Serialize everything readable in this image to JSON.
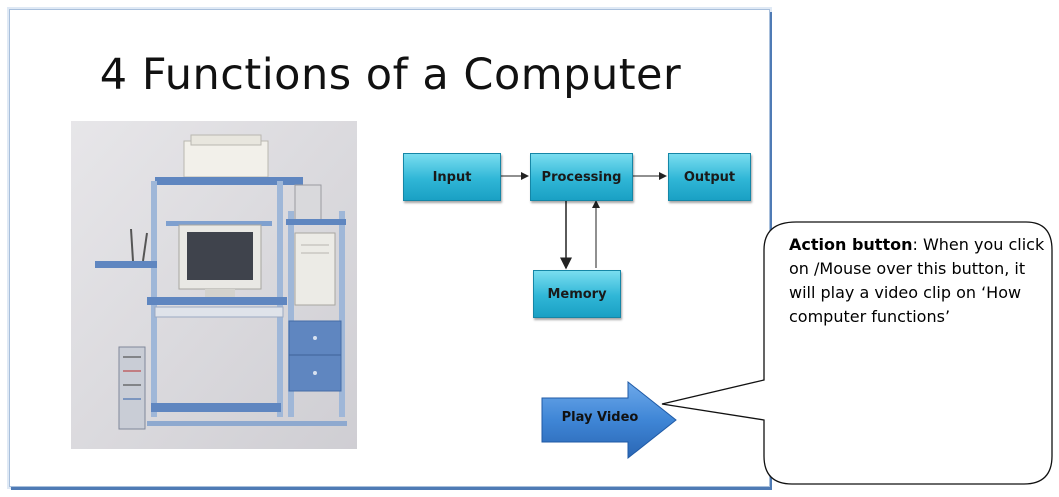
{
  "slide": {
    "title": "4 Functions of a Computer"
  },
  "diagram": {
    "input": "Input",
    "processing": "Processing",
    "output": "Output",
    "memory": "Memory"
  },
  "play_button": {
    "label": "Play Video",
    "icon": "right-arrow-icon"
  },
  "callout": {
    "bold": "Action button",
    "text": ": When you click on /Mouse over this button, it will play a video clip on ‘How computer functions’"
  },
  "colors": {
    "box_fill": "#2fb6d6",
    "play_arrow": "#3f86d6",
    "slide_border": "#4f7bb5"
  }
}
